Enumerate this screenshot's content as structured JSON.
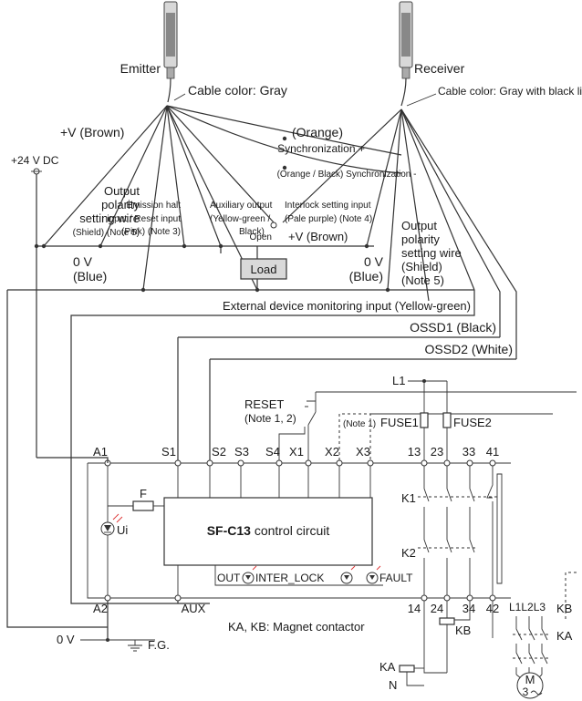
{
  "sensors": {
    "emitter": "Emitter",
    "receiver": "Receiver",
    "emitter_cable": "Cable color: Gray",
    "receiver_cable": "Cable color: Gray with black line"
  },
  "wires": {
    "v_brown_left": "+V (Brown)",
    "supply": "+24 V DC",
    "orange": "(Orange)",
    "sync_plus": "Synchronization +",
    "sync_minus": "(Orange / Black) Synchronization -",
    "out_pol_1": "Output",
    "out_pol_2": "polarity",
    "out_pol_3": "setting wire",
    "out_pol_4": "(Shield) (Note 5)",
    "emission_1": "Emission halt",
    "emission_2": "input / Reset input",
    "emission_3": "(Pink) (Note 3)",
    "aux_1": "Auxiliary output",
    "aux_2": "(Yellow-green /",
    "aux_3": "Black)",
    "interlock_1": "Interlock setting input",
    "interlock_2": "(Pale purple) (Note 4)",
    "open": "Open",
    "v_brown_right": "+V (Brown)",
    "zero_v_left_1": "0 V",
    "zero_v_left_2": "(Blue)",
    "load": "Load",
    "zero_v_right_1": "0 V",
    "zero_v_right_2": "(Blue)",
    "rx_pol_1": "Output",
    "rx_pol_2": "polarity",
    "rx_pol_3": "setting wire",
    "rx_pol_4": "(Shield)",
    "rx_pol_5": "(Note 5)",
    "ext_monitor": "External device monitoring input (Yellow-green)",
    "ossd1": "OSSD1 (Black)",
    "ossd2": "OSSD2 (White)"
  },
  "controller": {
    "title_bold": "SF-C13",
    "title_rest": " control circuit",
    "terminals_top": [
      "A1",
      "S1",
      "S2",
      "S3",
      "S4",
      "X1",
      "X2",
      "X3",
      "13",
      "23",
      "33",
      "41"
    ],
    "terminals_bottom": [
      "A2",
      "AUX",
      "14",
      "24",
      "34",
      "42"
    ],
    "reset": "RESET",
    "reset_note": "(Note 1, 2)",
    "note1": "(Note 1)",
    "fuse1": "FUSE1",
    "fuse2": "FUSE2",
    "f": "F",
    "ui": "Ui",
    "out": "OUT",
    "inter_lock": "INTER_LOCK",
    "fault": "FAULT",
    "k1": "K1",
    "k2": "K2"
  },
  "power": {
    "l1": "L1",
    "l1l2l3": "L1L2L3",
    "kb": "KB",
    "ka": "KA",
    "n": "N",
    "zero_v": "0 V",
    "fg": "F.G.",
    "magnet": "KA, KB: Magnet contactor",
    "motor_m": "M",
    "motor_3": "3"
  }
}
